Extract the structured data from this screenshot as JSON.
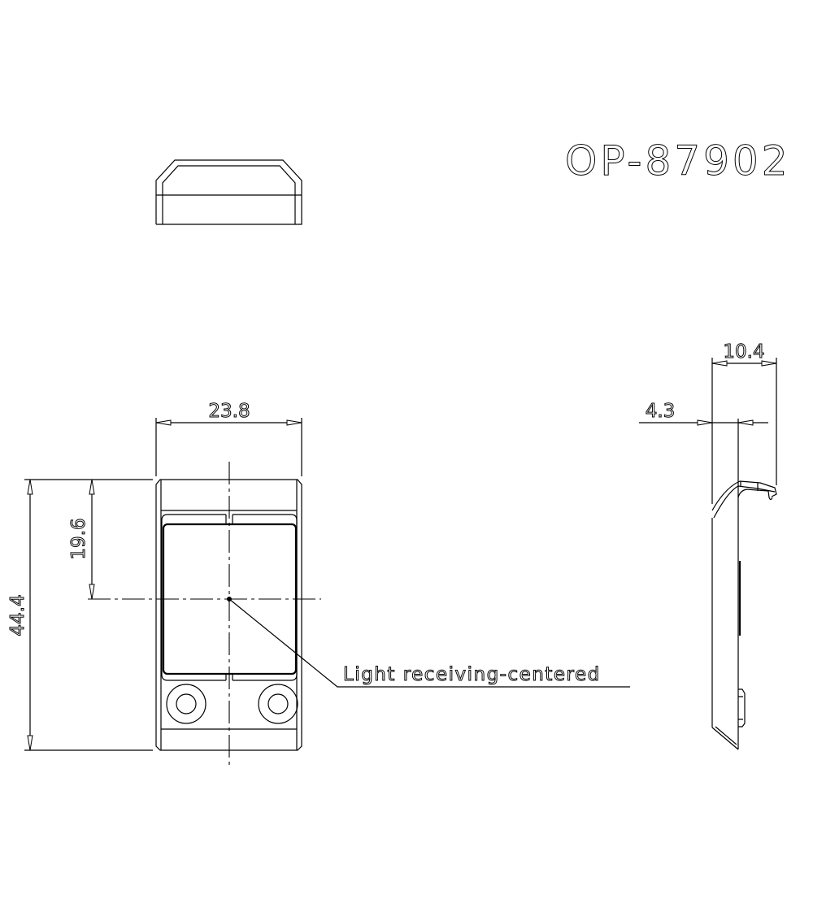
{
  "title": "OP-87902",
  "annotation": "Light receiving-centered",
  "dimensions": {
    "width": "23.8",
    "height": "44.4",
    "center_height": "19.6",
    "depth": "10.4",
    "offset": "4.3"
  }
}
